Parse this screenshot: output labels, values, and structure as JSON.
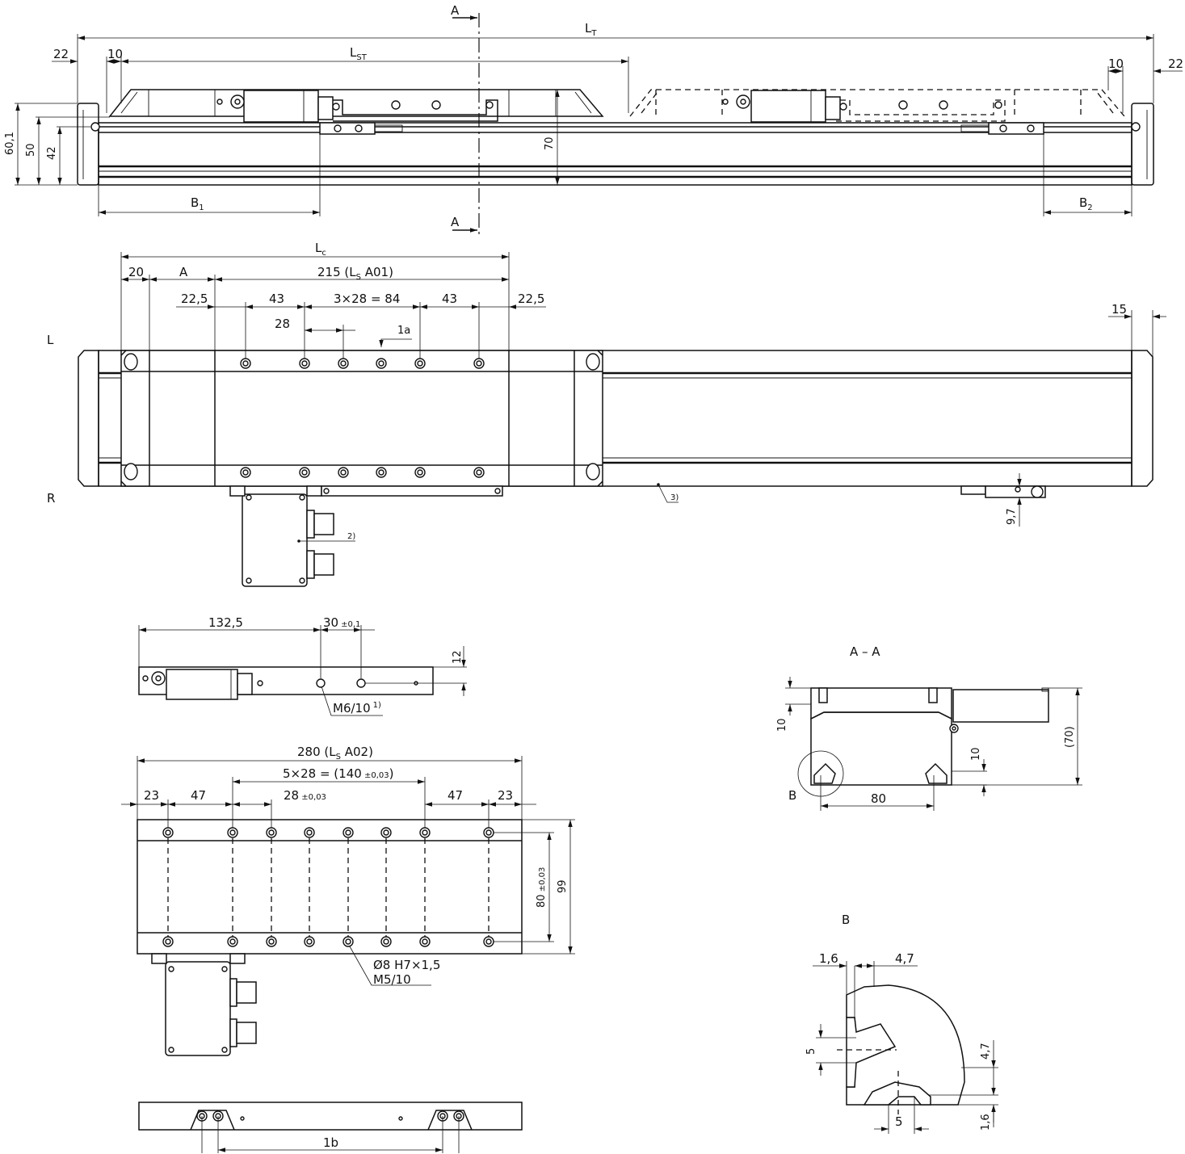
{
  "front_view": {
    "section_marker": "A",
    "LT": "L",
    "LT_sub": "T",
    "LST": "L",
    "LST_sub": "ST",
    "d22_left": "22",
    "d10_left": "10",
    "d10_right": "10",
    "d22_right": "22",
    "d60": "60,1",
    "d50": "50",
    "d42": "42",
    "d70": "70",
    "B1": "B",
    "B1_sub": "1",
    "B2": "B",
    "B2_sub": "2"
  },
  "top_view": {
    "Lc": "L",
    "Lc_sub": "c",
    "d20": "20",
    "dA": "A",
    "d215": "215 (L",
    "d215_sub": "S",
    "d215_tail": " A01)",
    "d22_5_left": "22,5",
    "d43_left": "43",
    "d3x28": "3×28 = 84",
    "d43_right": "43",
    "d22_5_right": "22,5",
    "d28": "28",
    "note_1a": "1a",
    "d15": "15",
    "side_L": "L",
    "side_R": "R",
    "note_2": "2)",
    "note_3": "3)",
    "d9_7": "9,7"
  },
  "bracket_view": {
    "d132_5": "132,5",
    "d30": "30",
    "d30_tol": "±0,1",
    "d12": "12",
    "m6": "M6/10",
    "m6_note": "1)"
  },
  "carriage_view": {
    "d280": "280 (L",
    "d280_sub": "S",
    "d280_tail": " A02)",
    "d5x28": "5×28 = (140",
    "d5x28_tol": " ±0,03",
    "d5x28_tail": ")",
    "d23_left": "23",
    "d47_left": "47",
    "d28": "28",
    "d28_tol": " ±0,03",
    "d47_right": "47",
    "d23_right": "23",
    "d80": "80",
    "d80_tol": " ±0,03",
    "d99": "99",
    "bore": "Ø8 H7×1,5",
    "thread": "M5/10"
  },
  "bottom_view": {
    "note_1b": "1b"
  },
  "section_AA": {
    "title": "A – A",
    "d10_left": "10",
    "d10_right": "10",
    "d70": "(70)",
    "d80": "80",
    "detail_marker": "B"
  },
  "detail_B": {
    "title": "B",
    "d1_6_top": "1,6",
    "d4_7_top": "4,7",
    "d5_left": "5",
    "d4_7_right": "4,7",
    "d5_bottom": "5",
    "d1_6_right": "1,6"
  }
}
